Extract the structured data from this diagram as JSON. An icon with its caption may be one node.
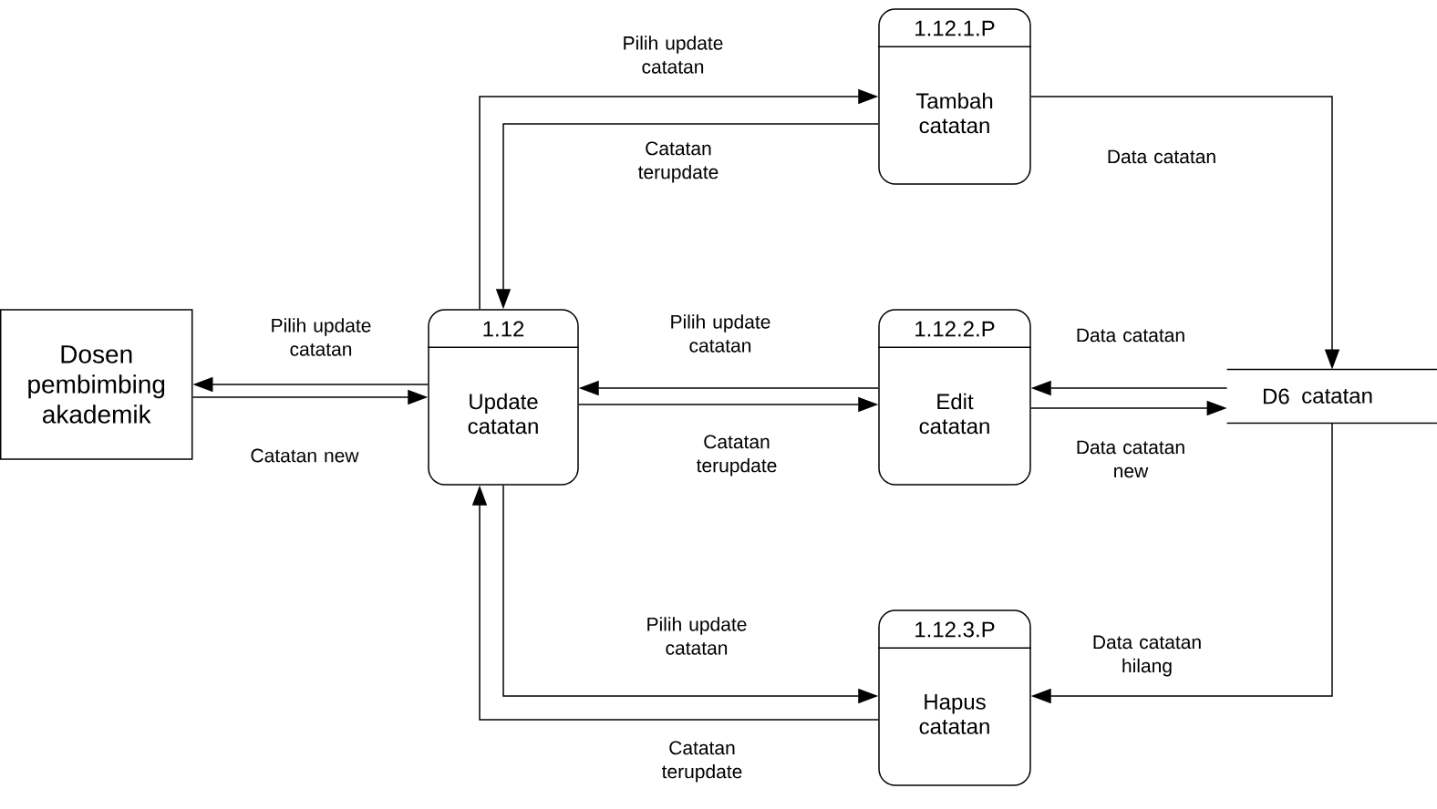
{
  "diagram": {
    "nodes": [
      {
        "text": [
          "Dosen pembimbing akademik"
        ]
      },
      {
        "text": [
          "1.12",
          "Update catatan"
        ]
      },
      {
        "text": [
          "1.12.1.P",
          "Tambah catatan"
        ]
      },
      {
        "text": [
          "1.12.2.P",
          "Edit catatan"
        ]
      },
      {
        "text": [
          "1.12.3.P",
          "Hapus catatan"
        ]
      },
      {
        "text": [
          "D6",
          "catatan"
        ]
      }
    ],
    "edges": [
      {
        "from": 1,
        "to": 0,
        "arrow": "to",
        "label": "Pilih update catatan"
      },
      {
        "from": 0,
        "to": 1,
        "arrow": "to",
        "label": "Catatan new"
      },
      {
        "from": 1,
        "to": 2,
        "arrow": "to",
        "label": "Pilih update catatan"
      },
      {
        "from": 2,
        "to": 1,
        "arrow": "to",
        "label": "Catatan terupdate"
      },
      {
        "from": 3,
        "to": 1,
        "arrow": "to",
        "label": "Pilih update catatan"
      },
      {
        "from": 1,
        "to": 3,
        "arrow": "to",
        "label": "Catatan terupdate"
      },
      {
        "from": 5,
        "to": 3,
        "arrow": "to",
        "label": "Data catatan"
      },
      {
        "from": 3,
        "to": 5,
        "arrow": "to",
        "label": "Data catatan new"
      },
      {
        "from": 2,
        "to": 5,
        "arrow": "to",
        "label": "Data catatan"
      },
      {
        "from": 5,
        "to": 4,
        "arrow": "to",
        "label": "Data catatan hilang"
      },
      {
        "from": 1,
        "to": 4,
        "arrow": "to",
        "label": "Pilih update catatan"
      },
      {
        "from": 4,
        "to": 1,
        "arrow": "to",
        "label": "Catatan terupdate"
      }
    ]
  }
}
